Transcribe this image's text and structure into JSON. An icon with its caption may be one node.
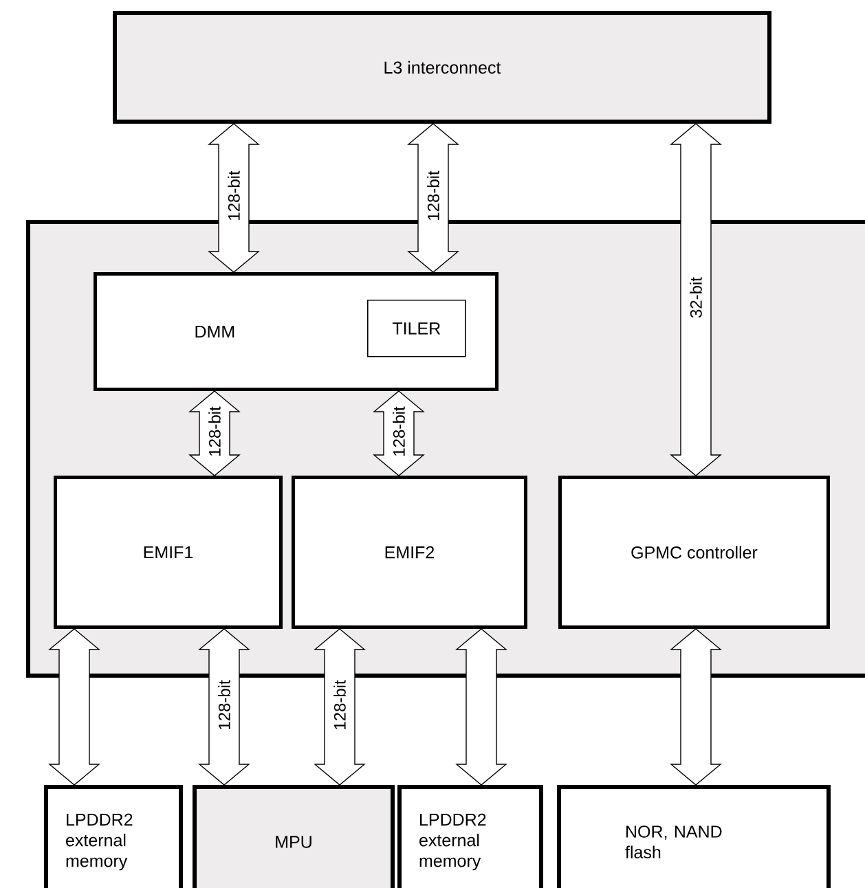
{
  "diagram": {
    "nodes": [
      {
        "text": [
          "L3 interconnect"
        ]
      },
      {
        "text": [],
        "shape": "box"
      },
      {
        "text": [
          "DMM"
        ],
        "in": 1
      },
      {
        "text": [
          "TILER"
        ],
        "in": 2
      },
      {
        "text": [
          "EMIF1"
        ],
        "in": 1
      },
      {
        "text": [
          "EMIF2"
        ],
        "in": 1
      },
      {
        "text": [
          "GPMC controller"
        ],
        "in": 1
      },
      {
        "text": [
          "LPDDR2 external memory"
        ]
      },
      {
        "text": [
          "MPU"
        ]
      },
      {
        "text": [
          "LPDDR2 external memory"
        ]
      },
      {
        "text": [
          "NOR, NAND flash"
        ]
      }
    ],
    "edges": [
      {
        "from": 0,
        "to": 2,
        "arrow": "both",
        "label": "128-bit"
      },
      {
        "from": 0,
        "to": 2,
        "arrow": "both",
        "label": "128-bit"
      },
      {
        "from": 0,
        "to": 6,
        "arrow": "both",
        "label": "32-bit"
      },
      {
        "from": 2,
        "to": 4,
        "arrow": "both",
        "label": "128-bit"
      },
      {
        "from": 2,
        "to": 5,
        "arrow": "both",
        "label": "128-bit"
      },
      {
        "from": 4,
        "to": 7,
        "arrow": "both"
      },
      {
        "from": 4,
        "to": 8,
        "arrow": "both",
        "label": "128-bit"
      },
      {
        "from": 5,
        "to": 8,
        "arrow": "both",
        "label": "128-bit"
      },
      {
        "from": 5,
        "to": 9,
        "arrow": "both"
      },
      {
        "from": 6,
        "to": 10,
        "arrow": "both"
      }
    ]
  }
}
